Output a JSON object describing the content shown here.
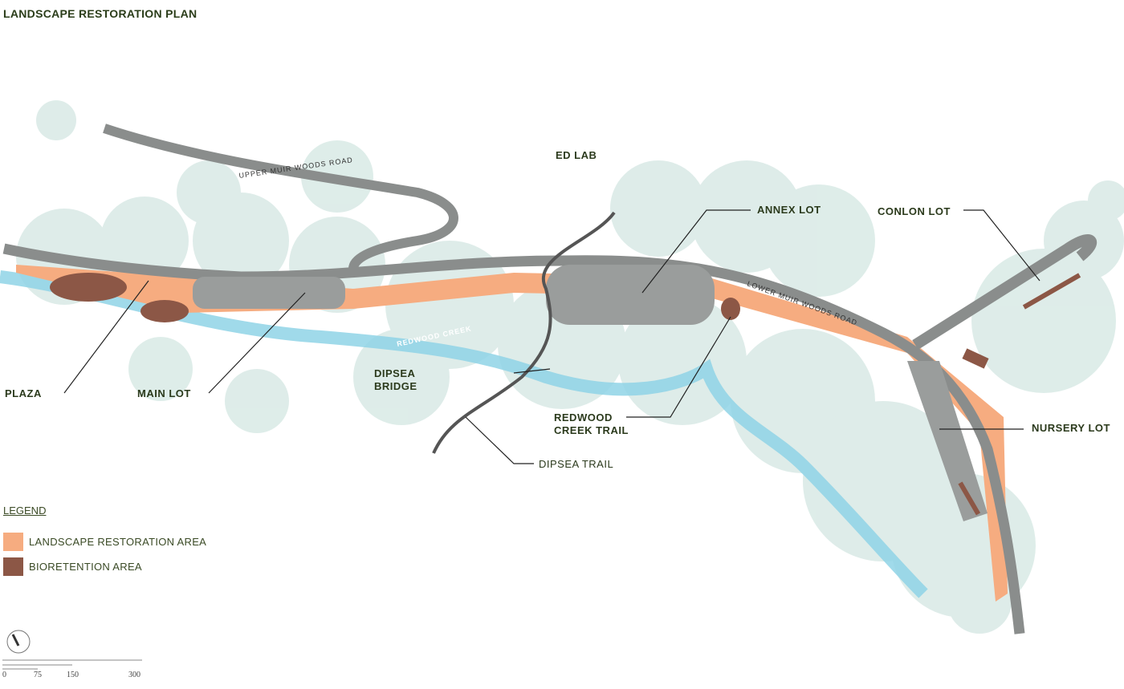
{
  "title": "LANDSCAPE RESTORATION PLAN",
  "labels": {
    "ed_lab": "ED LAB",
    "annex_lot": "ANNEX LOT",
    "conlon_lot": "CONLON LOT",
    "plaza": "PLAZA",
    "main_lot": "MAIN LOT",
    "dipsea_bridge": "DIPSEA BRIDGE",
    "redwood_creek_trail": "REDWOOD CREEK TRAIL",
    "nursery_lot": "NURSERY LOT",
    "dipsea_trail": "DIPSEA TRAIL"
  },
  "roads": {
    "upper": "UPPER MUIR WOODS ROAD",
    "lower": "LOWER MUIR WOODS ROAD",
    "creek_1": "REDWOOD CREEK",
    "creek_2": "REDWOOD CREEK"
  },
  "legend": {
    "heading": "LEGEND",
    "items": [
      {
        "label": "LANDSCAPE RESTORATION AREA",
        "color": "#f6ac80"
      },
      {
        "label": "BIORETENTION AREA",
        "color": "#8c5746"
      }
    ]
  },
  "scale": {
    "ticks": [
      "0",
      "75",
      "150",
      "300"
    ]
  },
  "colors": {
    "road": "#8a8d8c",
    "creek": "#8fd3e6",
    "trees": "#cfe4e0",
    "restoration": "#f6ac80",
    "bioretention": "#8c5746"
  }
}
